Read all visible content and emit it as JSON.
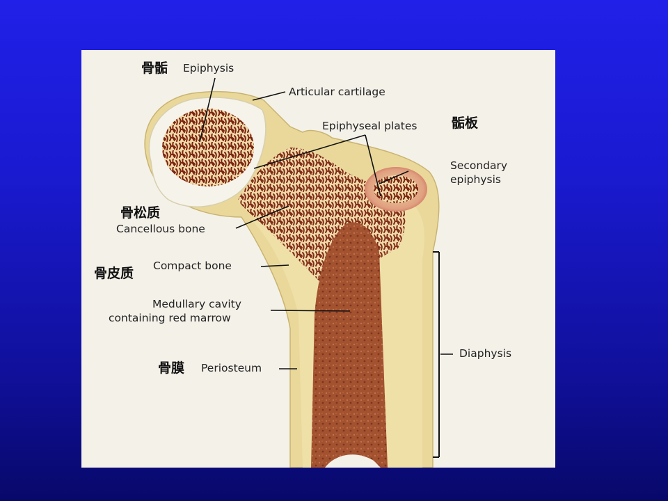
{
  "labels": {
    "epiphysis": "Epiphysis",
    "articular_cartilage": "Articular cartilage",
    "epiphyseal_plates": "Epiphyseal plates",
    "secondary_epiphysis_line1": "Secondary",
    "secondary_epiphysis_line2": "epiphysis",
    "cancellous_bone": "Cancellous bone",
    "compact_bone": "Compact bone",
    "medullary_line1": "Medullary cavity",
    "medullary_line2": "containing red marrow",
    "periosteum": "Periosteum",
    "diaphysis": "Diaphysis"
  },
  "chinese_labels": {
    "epiphysis": "骨骺",
    "epiphyseal_plate": "骺板",
    "cancellous_bone": "骨松质",
    "compact_bone": "骨皮质",
    "periosteum": "骨膜"
  },
  "colors": {
    "slide_background": "#1a1ad0",
    "panel_background": "#f4f1e9",
    "periosteum": "#e9d89a",
    "compact_bone": "#efe0a8",
    "marrow": "#9a4a2c",
    "cancellous": "#7a2a14",
    "cartilage": "#f5f3ea"
  }
}
